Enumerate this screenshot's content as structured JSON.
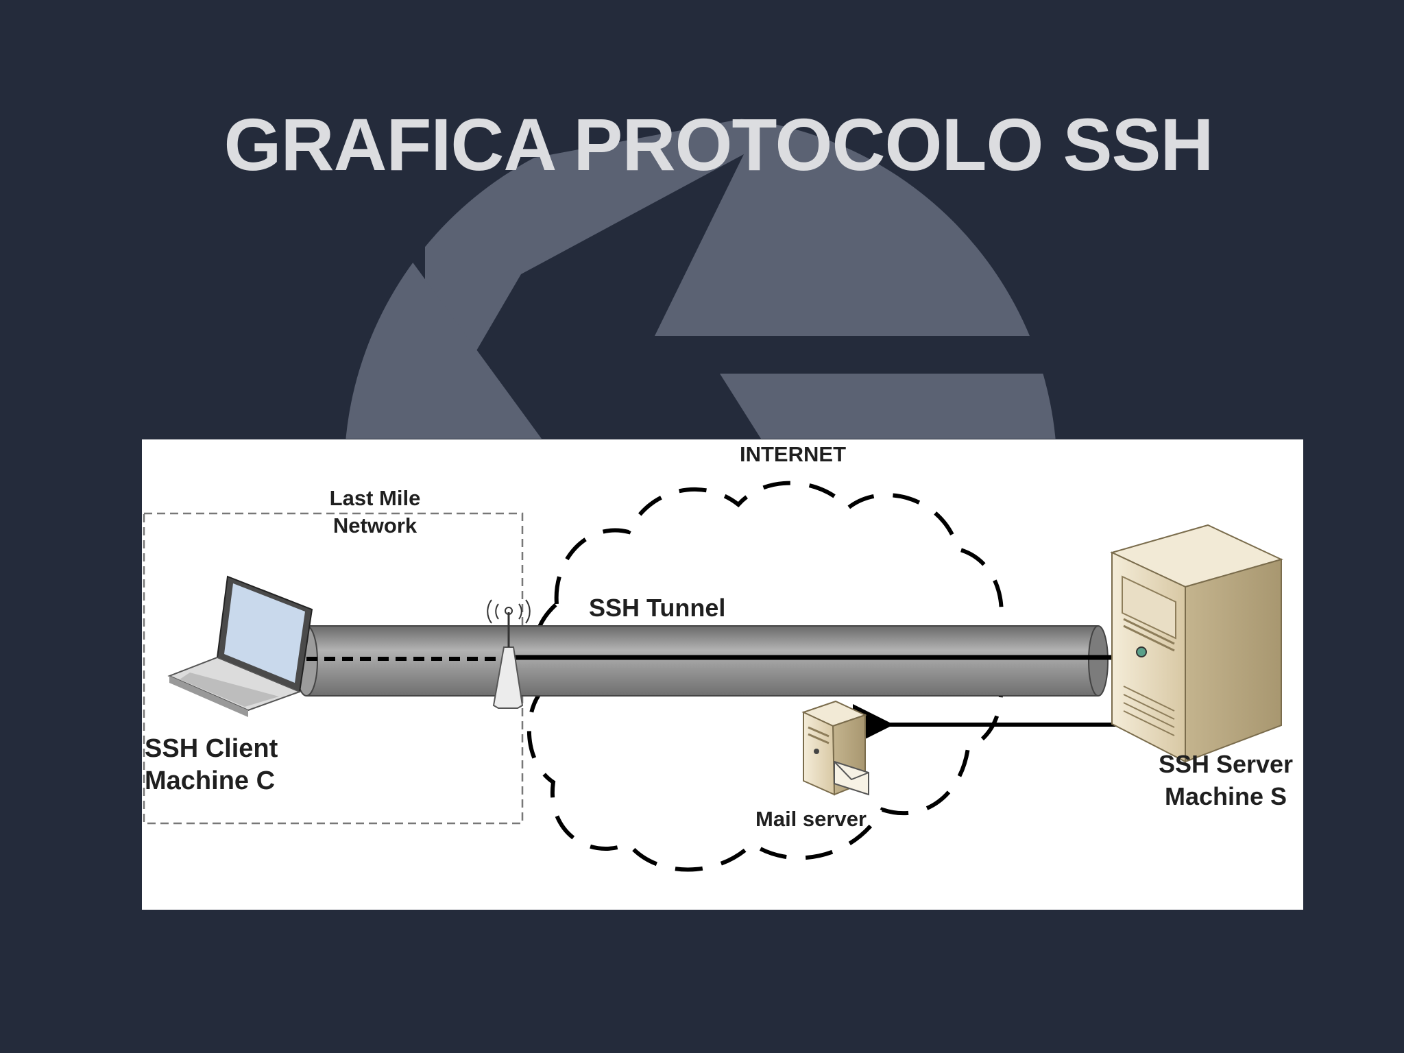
{
  "slide": {
    "title": "GRAFICA PROTOCOLO SSH",
    "background_color": "#242b3b",
    "title_color": "#dcdde0"
  },
  "diagram": {
    "labels": {
      "internet": "INTERNET",
      "last_mile": "Last Mile\nNetwork",
      "ssh_tunnel": "SSH Tunnel",
      "client": "SSH Client\nMachine C",
      "server": "SSH Server\nMachine S",
      "mail_server": "Mail server"
    },
    "icons": [
      "laptop-icon",
      "wireless-router-icon",
      "server-tower-icon",
      "mail-server-icon",
      "aperture-logo-icon"
    ]
  }
}
